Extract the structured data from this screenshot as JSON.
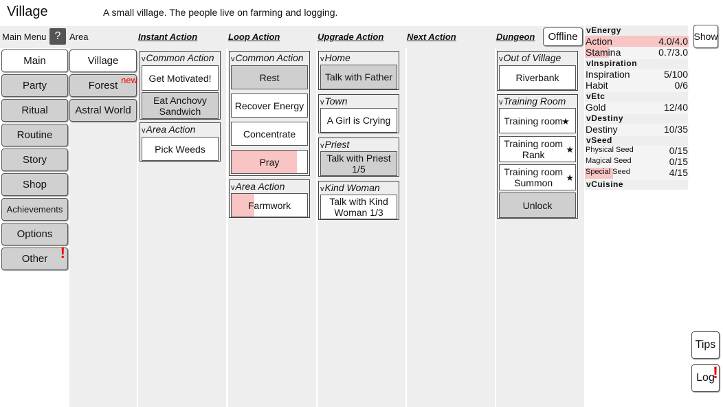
{
  "header": {
    "title": "Village",
    "subtitle": "A small village. The people live on farming and logging."
  },
  "toolbar": {
    "main_menu_label": "Main Menu",
    "help_label": "?",
    "area_label": "Area",
    "instant_action": "Instant Action",
    "loop_action": "Loop Action",
    "upgrade_action": "Upgrade Action",
    "next_action": "Next Action",
    "dungeon": "Dungeon",
    "offline": "Offline",
    "show": "Show"
  },
  "menu": [
    "Main",
    "Party",
    "Ritual",
    "Routine",
    "Story",
    "Shop",
    "Achievements",
    "Options",
    "Other"
  ],
  "areas": {
    "items": [
      "Village",
      "Forest",
      "Astral World"
    ],
    "new_badge": "new"
  },
  "instant": {
    "common_title": "Common Action",
    "get_motivated": "Get Motivated!",
    "eat_anchovy": "Eat Anchovy Sandwich",
    "area_title": "Area Action",
    "pick_weeds": "Pick Weeds"
  },
  "loop": {
    "common_title": "Common Action",
    "rest": "Rest",
    "recover_energy": "Recover Energy",
    "concentrate": "Concentrate",
    "pray": "Pray",
    "pray_progress": 0.86,
    "area_title": "Area Action",
    "farmwork": "Farmwork",
    "farmwork_progress": 0.3
  },
  "upgrade": {
    "home_title": "Home",
    "talk_father": "Talk with Father",
    "town_title": "Town",
    "girl_crying": "A Girl is Crying",
    "priest_title": "Priest",
    "talk_priest": "Talk with Priest 1/5",
    "kind_woman_title": "Kind Woman",
    "talk_kind_woman": "Talk with Kind Woman 1/3"
  },
  "dungeon": {
    "out_title": "Out of Village",
    "riverbank": "Riverbank",
    "training_title": "Training Room",
    "training_room": "Training room",
    "training_rank": "Training room Rank",
    "training_summon": "Training room Summon",
    "unlock": "Unlock",
    "star": "★"
  },
  "resources": {
    "energy_head": "Energy",
    "action": {
      "name": "Action",
      "value": "4.0/4.0",
      "fill": 1.0
    },
    "stamina": {
      "name": "Stamina",
      "value": "0.7/3.0",
      "fill": 0.23
    },
    "inspiration_head": "Inspiration",
    "inspiration": {
      "name": "Inspiration",
      "value": "5/100"
    },
    "habit": {
      "name": "Habit",
      "value": "0/6"
    },
    "etc_head": "Etc",
    "gold": {
      "name": "Gold",
      "value": "12/40"
    },
    "destiny_head": "Destiny",
    "destiny": {
      "name": "Destiny",
      "value": "10/35"
    },
    "seed_head": "Seed",
    "physical_seed": {
      "name": "Physical Seed",
      "value": "0/15"
    },
    "magical_seed": {
      "name": "Magical Seed",
      "value": "0/15"
    },
    "special_seed": {
      "name": "Special Seed",
      "value": "4/15",
      "fill": 0.27
    },
    "cuisine_head": "Cuisine"
  },
  "side": {
    "tips": "Tips",
    "log": "Log",
    "alert": "!"
  },
  "colors": {
    "progress": "#f8c4c4",
    "panel": "#eeeeee",
    "disabled": "#cfcfcf"
  }
}
